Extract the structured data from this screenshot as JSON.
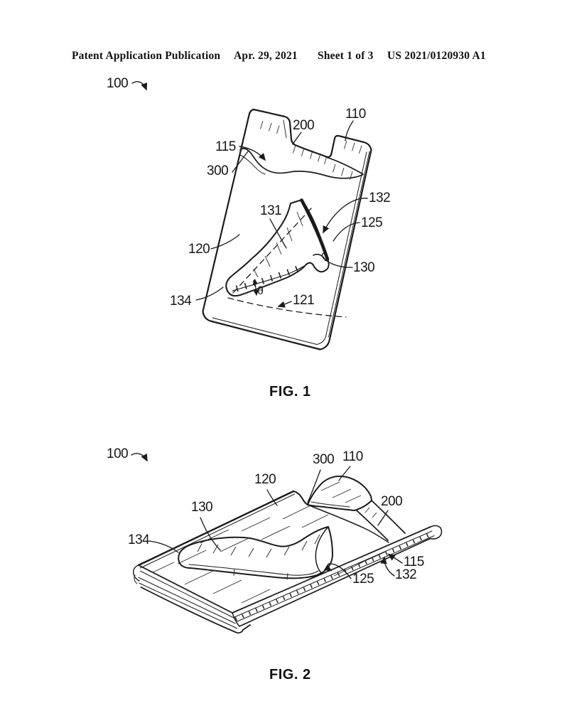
{
  "page": {
    "background": "#ffffff",
    "ink": "#1b1b1b"
  },
  "header": {
    "left": "Patent Application Publication",
    "date": "Apr. 29, 2021",
    "sheet": "Sheet 1 of 3",
    "patent_number": "US 2021/0120930 A1"
  },
  "figure1": {
    "caption": "FIG. 1",
    "labels": {
      "n100": "100",
      "n110": "110",
      "n115": "115",
      "n120": "120",
      "n121": "121",
      "n125": "125",
      "n130": "130",
      "n131": "131",
      "n132": "132",
      "n134": "134",
      "n200": "200",
      "n300": "300",
      "theta": "θ"
    }
  },
  "figure2": {
    "caption": "FIG. 2",
    "labels": {
      "n100": "100",
      "n110": "110",
      "n115": "115",
      "n120": "120",
      "n125": "125",
      "n130": "130",
      "n132": "132",
      "n134": "134",
      "n200": "200",
      "n300": "300"
    }
  }
}
